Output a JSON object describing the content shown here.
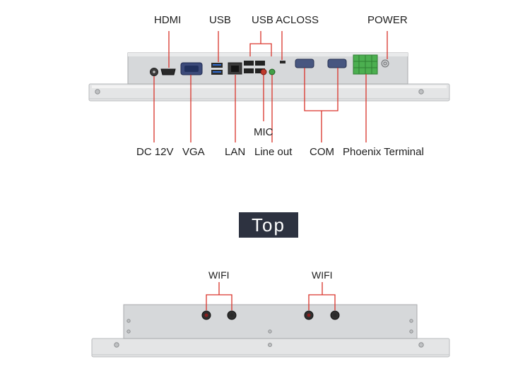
{
  "colors": {
    "callout_line": "#d9332a",
    "panel_fill": "#d6d8da",
    "bezel_fill": "#e4e5e6",
    "badge_bg": "#2d3240",
    "badge_text": "#ffffff",
    "terminal_green": "#4caf50"
  },
  "bottom_view": {
    "top_labels": [
      "HDMI",
      "USB",
      "USB ACLOSS",
      "POWER"
    ],
    "bottom_labels": [
      "MIC",
      "DC 12V",
      "VGA",
      "LAN",
      "Line out",
      "COM",
      "Phoenix Terminal"
    ]
  },
  "section_badge": "Top",
  "top_view": {
    "labels": [
      "WIFI",
      "WIFI"
    ]
  }
}
